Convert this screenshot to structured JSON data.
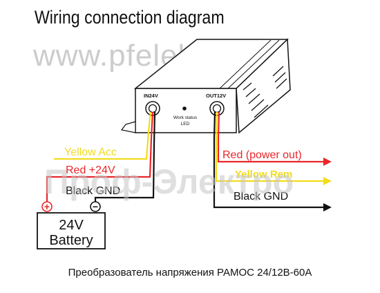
{
  "title": "Wiring connection diagram",
  "watermark_url": "www.pfelektro.ru",
  "watermark_brand": "Проф-Электро",
  "device": {
    "in_label": "IN24V",
    "out_label": "OUT12V",
    "led_label_line1": "Work status",
    "led_label_line2": "LED"
  },
  "wires_in": {
    "yellow": "Yellow Acc",
    "red": "Red +24V",
    "black": "Black GND"
  },
  "wires_out": {
    "red": "Red (power out)",
    "yellow": "Yellow Rem",
    "black": "Black GND"
  },
  "battery": {
    "line1": "24V",
    "line2": "Battery",
    "plus": "+",
    "minus": "−"
  },
  "caption": "Преобразователь напряжения PAMOC 24/12В-60А",
  "colors": {
    "red": "#e8262a",
    "yellow": "#f2dc1d",
    "black": "#111111",
    "watermark": "#c9c9c9"
  }
}
